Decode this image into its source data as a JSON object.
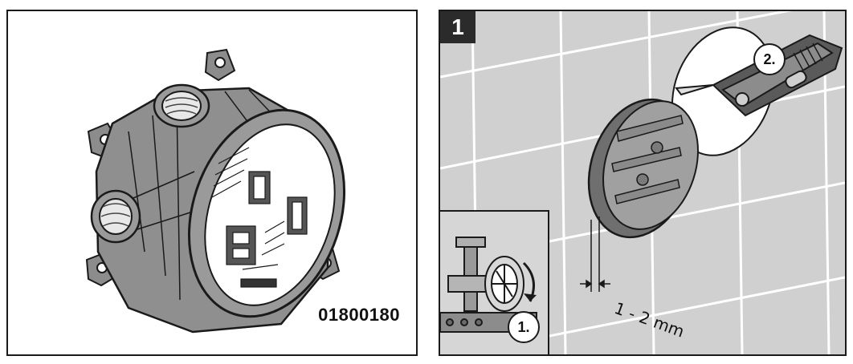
{
  "product": {
    "part_number": "01800180"
  },
  "step": {
    "number": "1",
    "callout_main": "2.",
    "callout_inset": "1.",
    "dimension_label": "1 - 2 mm"
  },
  "colors": {
    "wall": "#d0d0d0",
    "tile_lines": "#ffffff",
    "outline": "#1a1a1a",
    "part_fill": "#8a8a8a",
    "badge": "#2b2b2b"
  },
  "icons": {
    "mounting_box": "mounting-box-illustration",
    "cover_plate": "cover-plate-illustration",
    "knife": "utility-knife-illustration",
    "valve": "valve-wheel-illustration",
    "rotate_arrow": "rotate-arrow-icon"
  }
}
